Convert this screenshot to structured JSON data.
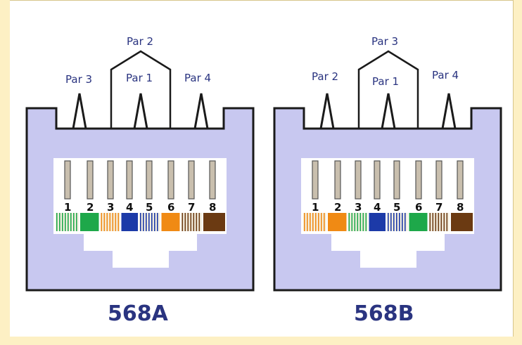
{
  "colors": {
    "housing": "#c8c8f0",
    "outline": "#1a1a1a",
    "label": "#2a3480",
    "frame": "#fdf0c4",
    "green": "#1ea84a",
    "orange": "#f08a14",
    "blue": "#1c3aa8",
    "brown": "#6b3a12"
  },
  "connectors": [
    {
      "label": "568A",
      "pairs": {
        "top": "Par 2",
        "left": "Par 3",
        "middle": "Par 1",
        "right": "Par 4"
      },
      "pins": [
        "1",
        "2",
        "3",
        "4",
        "5",
        "6",
        "7",
        "8"
      ],
      "wires": [
        {
          "color": "green",
          "striped": true
        },
        {
          "color": "green",
          "striped": false
        },
        {
          "color": "orange",
          "striped": true
        },
        {
          "color": "blue",
          "striped": false
        },
        {
          "color": "blue",
          "striped": true
        },
        {
          "color": "orange",
          "striped": false
        },
        {
          "color": "brown",
          "striped": true
        },
        {
          "color": "brown",
          "striped": false
        }
      ]
    },
    {
      "label": "568B",
      "pairs": {
        "top": "Par 3",
        "left": "Par 2",
        "middle": "Par 1",
        "right": "Par 4"
      },
      "pins": [
        "1",
        "2",
        "3",
        "4",
        "5",
        "6",
        "7",
        "8"
      ],
      "wires": [
        {
          "color": "orange",
          "striped": true
        },
        {
          "color": "orange",
          "striped": false
        },
        {
          "color": "green",
          "striped": true
        },
        {
          "color": "blue",
          "striped": false
        },
        {
          "color": "blue",
          "striped": true
        },
        {
          "color": "green",
          "striped": false
        },
        {
          "color": "brown",
          "striped": true
        },
        {
          "color": "brown",
          "striped": false
        }
      ]
    }
  ]
}
